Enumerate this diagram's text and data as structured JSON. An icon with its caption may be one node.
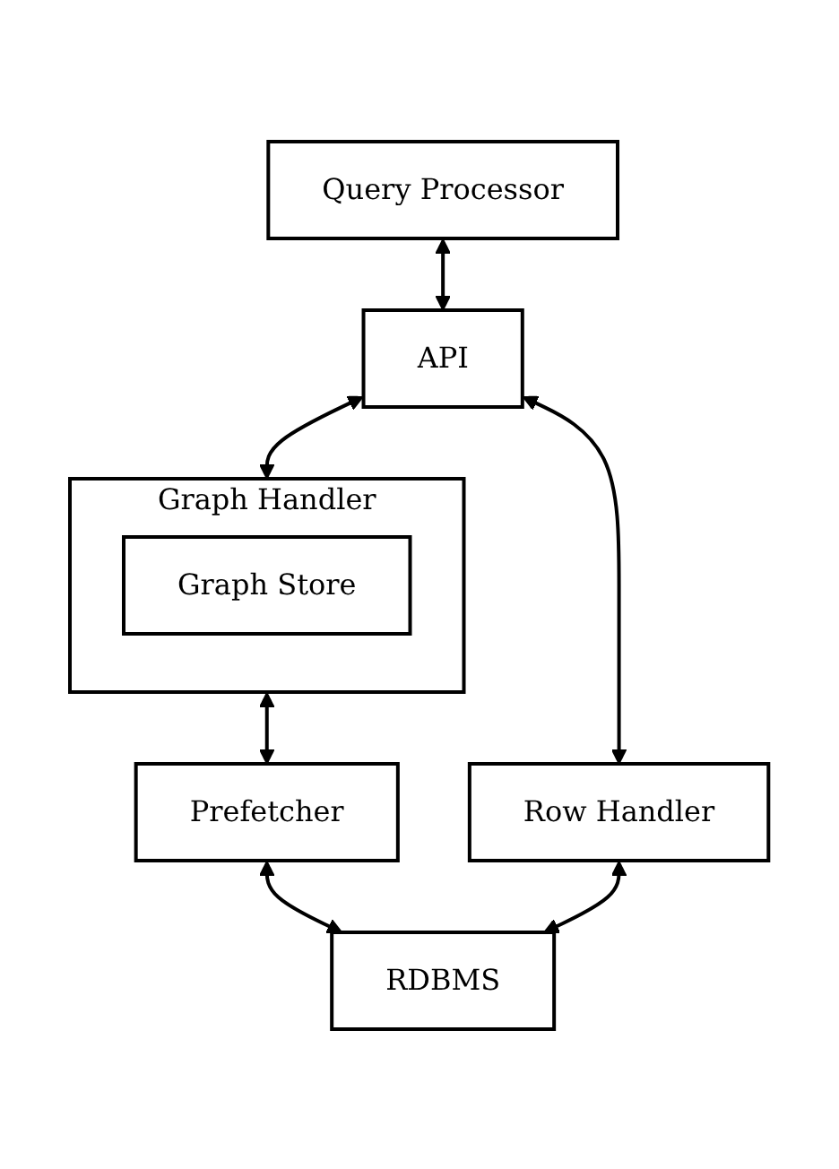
{
  "diagram": {
    "nodes": [
      {
        "text": [
          "Query Processor"
        ]
      },
      {
        "text": [
          "API"
        ]
      },
      {
        "text": [
          "Row Handler"
        ]
      },
      {
        "text": [
          "Graph Handler"
        ]
      },
      {
        "text": [
          "Graph Store"
        ],
        "in": 3
      },
      {
        "text": [
          "Prefetcher"
        ]
      },
      {
        "text": [
          "RDBMS"
        ]
      }
    ],
    "edges": [
      {
        "from": 0,
        "to": 1,
        "arrow": "both"
      },
      {
        "from": 1,
        "to": 2,
        "arrow": "both"
      },
      {
        "from": 1,
        "to": 3,
        "arrow": "both"
      },
      {
        "from": 3,
        "to": 5,
        "arrow": "both"
      },
      {
        "from": 5,
        "to": 6,
        "arrow": "both"
      },
      {
        "from": 2,
        "to": 6,
        "arrow": "both"
      }
    ]
  }
}
